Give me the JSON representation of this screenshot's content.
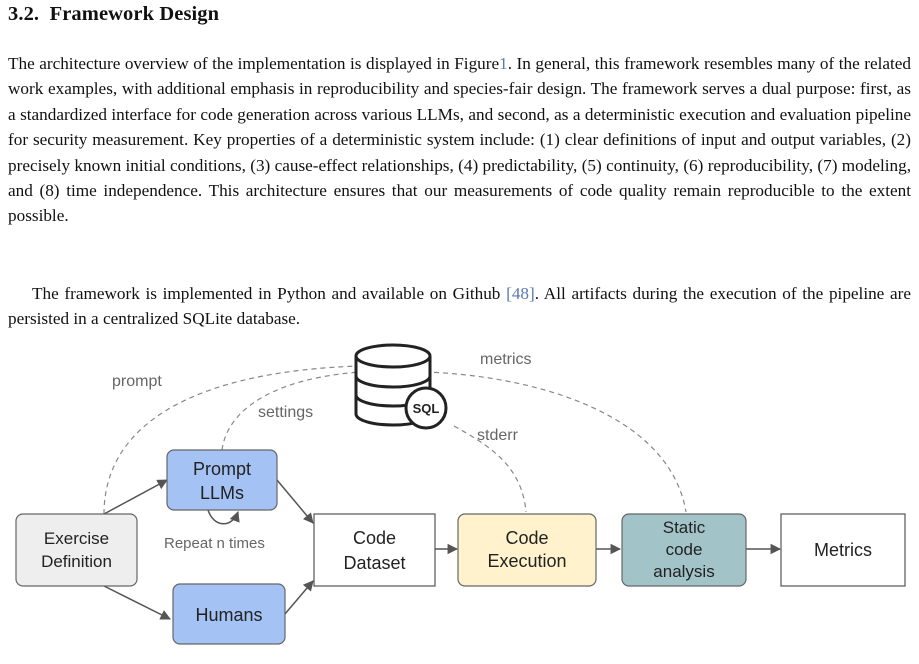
{
  "section": {
    "number": "3.2.",
    "title": "Framework Design"
  },
  "paragraph1": {
    "part1": "The architecture overview of the implementation is displayed in Figure",
    "figure_ref": "1",
    "part2": ". In general, this framework resembles many of the related work examples, with additional emphasis in reproducibility and species-fair design. The framework serves a dual purpose: first, as a standardized interface for code generation across various LLMs, and second, as a deterministic execution and evaluation pipeline for security measurement. Key properties of a deterministic system include: (1) clear definitions of input and output variables, (2) precisely known initial conditions, (3) cause-effect relationships, (4) predictability, (5) continuity, (6) reproducibility, (7) modeling, and (8) time independence. This architecture ensures that our measurements of code quality remain reproducible to the extent possible."
  },
  "paragraph2": {
    "part1": "The framework is implemented in Python and available on Github ",
    "citation": "[48]",
    "part2": ". All artifacts during the execution of the pipeline are persisted in a centralized SQLite database."
  },
  "diagram": {
    "colors": {
      "exercise_fill": "#eeeeee",
      "prompt_fill": "#a4c2f4",
      "humans_fill": "#a4c2f4",
      "execution_fill": "#fff2cc",
      "analysis_fill": "#a2c4c9",
      "white_fill": "#ffffff",
      "stroke": "#555555",
      "label_color": "#666666"
    },
    "nodes": {
      "exercise": [
        "Exercise",
        "Definition"
      ],
      "prompt": [
        "Prompt",
        "LLMs"
      ],
      "humans": "Humans",
      "dataset": [
        "Code",
        "Dataset"
      ],
      "execution": [
        "Code",
        "Execution"
      ],
      "analysis": [
        "Static",
        "code",
        "analysis"
      ],
      "metrics": "Metrics"
    },
    "database_badge": "SQL",
    "edge_labels": {
      "prompt": "prompt",
      "settings": "settings",
      "metrics": "metrics",
      "stderr": "stderr",
      "repeat": "Repeat n times"
    }
  }
}
